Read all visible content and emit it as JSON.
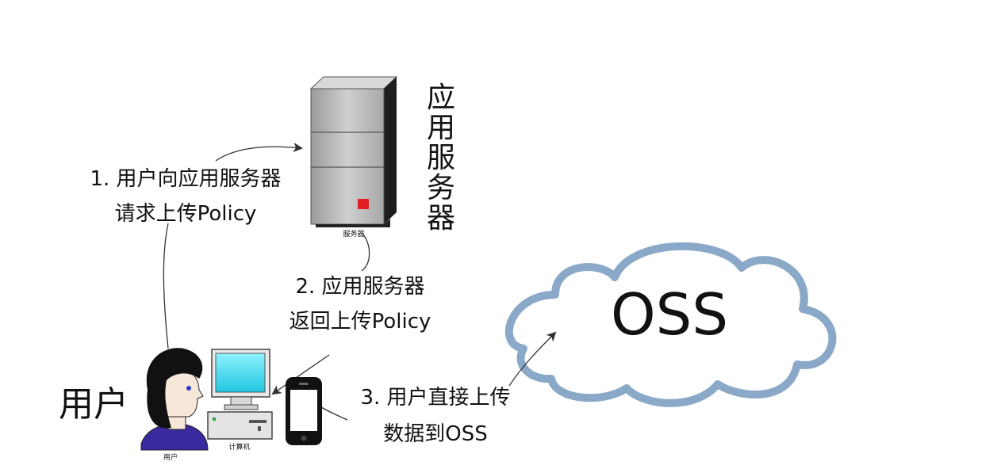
{
  "server": {
    "title": "应用服务器",
    "caption": "服务器"
  },
  "user": {
    "label": "用户",
    "caption": "用户"
  },
  "computer": {
    "caption": "计算机"
  },
  "oss": {
    "label": "OSS"
  },
  "steps": {
    "step1": {
      "line1": "1. 用户向应用服务器",
      "line2": "请求上传Policy"
    },
    "step2": {
      "line1": "2. 应用服务器",
      "line2": "返回上传Policy"
    },
    "step3": {
      "line1": "3. 用户直接上传",
      "line2": "数据到OSS"
    }
  },
  "colors": {
    "cloud_stroke": "#8aa8c8",
    "server_indicator": "#e02020",
    "monitor_screen": "#2ad7ec",
    "user_shirt": "#3a2aa0"
  }
}
